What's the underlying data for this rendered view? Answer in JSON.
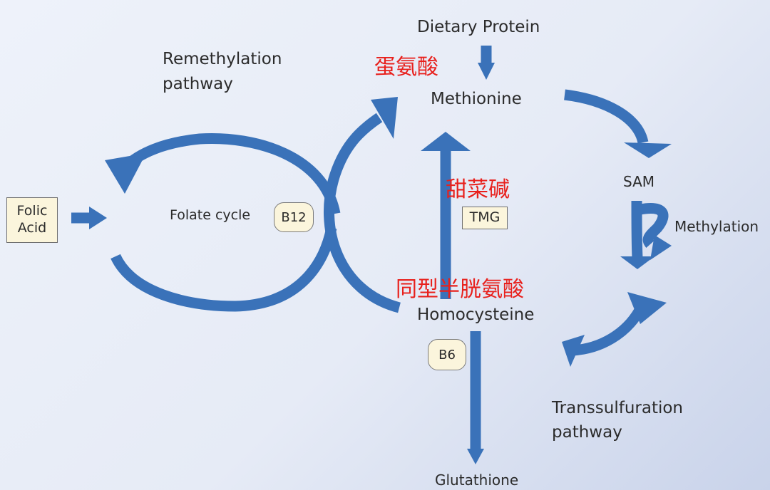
{
  "nodes": {
    "dietary_protein": "Dietary Protein",
    "methionine": "Methionine",
    "methionine_cn": "蛋氨酸",
    "sam": "SAM",
    "methylation": "Methylation",
    "homocysteine": "Homocysteine",
    "homocysteine_cn": "同型半胱氨酸",
    "glutathione": "Glutathione",
    "folate_cycle": "Folate cycle"
  },
  "cofactors": {
    "b12": "B12",
    "b6": "B6",
    "tmg": "TMG",
    "tmg_cn": "甜菜碱"
  },
  "pathways": {
    "remethylation_line1": "Remethylation",
    "remethylation_line2": "pathway",
    "transsulfuration_line1": "Transsulfuration",
    "transsulfuration_line2": "pathway"
  },
  "inputs": {
    "folic_line1": "Folic",
    "folic_line2": "Acid"
  },
  "colors": {
    "arrow": "#3a72b9",
    "highlight_text": "#e8201c",
    "box_fill": "#fbf5dc"
  }
}
